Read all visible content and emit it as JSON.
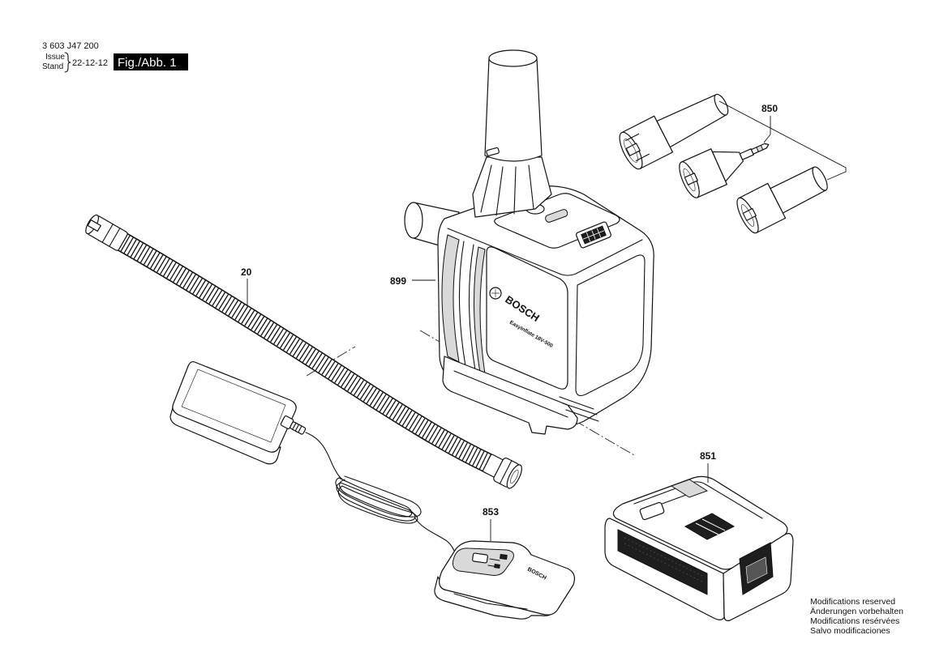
{
  "header": {
    "part_number": "3 603 J47 200",
    "issue_label": "Issue",
    "stand_label": "Stand",
    "date": "22-12-12",
    "figure_label": "Fig./Abb. 1"
  },
  "callouts": {
    "adapters": "850",
    "pump": "899",
    "hose": "20",
    "battery": "851",
    "charger": "853"
  },
  "device_lettering": {
    "pump_brand": "BOSCH",
    "pump_model": "EasyInflate 18V-500",
    "charger_brand": "BOSCH"
  },
  "footer": {
    "notes": [
      "Modifications reserved",
      "Änderungen vorbehalten",
      "Modifications resérvées",
      "Salvo modificaciones"
    ]
  },
  "colors": {
    "line": "#111111",
    "background": "#ffffff",
    "figure_label_bg": "#000000"
  }
}
